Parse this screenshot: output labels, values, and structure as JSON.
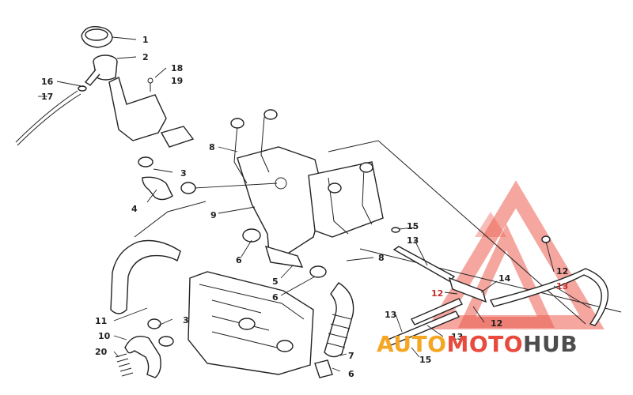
{
  "diagram": {
    "callouts": [
      {
        "id": "c1",
        "label": "1"
      },
      {
        "id": "c2",
        "label": "2"
      },
      {
        "id": "c3a",
        "label": "3"
      },
      {
        "id": "c3b",
        "label": "3"
      },
      {
        "id": "c4",
        "label": "4"
      },
      {
        "id": "c5",
        "label": "5"
      },
      {
        "id": "c6a",
        "label": "6"
      },
      {
        "id": "c6b",
        "label": "6"
      },
      {
        "id": "c6c",
        "label": "6"
      },
      {
        "id": "c7",
        "label": "7"
      },
      {
        "id": "c8a",
        "label": "8"
      },
      {
        "id": "c8b",
        "label": "8"
      },
      {
        "id": "c9",
        "label": "9"
      },
      {
        "id": "c10",
        "label": "10"
      },
      {
        "id": "c11",
        "label": "11"
      },
      {
        "id": "c12a",
        "label": "12"
      },
      {
        "id": "c12b",
        "label": "12"
      },
      {
        "id": "c12c",
        "label": "12"
      },
      {
        "id": "c13a",
        "label": "13"
      },
      {
        "id": "c13b",
        "label": "13"
      },
      {
        "id": "c13c",
        "label": "13"
      },
      {
        "id": "c13d",
        "label": "13"
      },
      {
        "id": "c14",
        "label": "14"
      },
      {
        "id": "c15a",
        "label": "15"
      },
      {
        "id": "c15b",
        "label": "15"
      },
      {
        "id": "c16",
        "label": "16"
      },
      {
        "id": "c17",
        "label": "17"
      },
      {
        "id": "c18",
        "label": "18"
      },
      {
        "id": "c19",
        "label": "19"
      },
      {
        "id": "c20",
        "label": "20"
      }
    ]
  },
  "watermark": {
    "part1": "AUTO",
    "part2": "MOTO",
    "part3": "HUB",
    "colors": {
      "auto": "#f5a623",
      "moto": "#e84a3c",
      "hub": "#4d4d4d"
    }
  }
}
